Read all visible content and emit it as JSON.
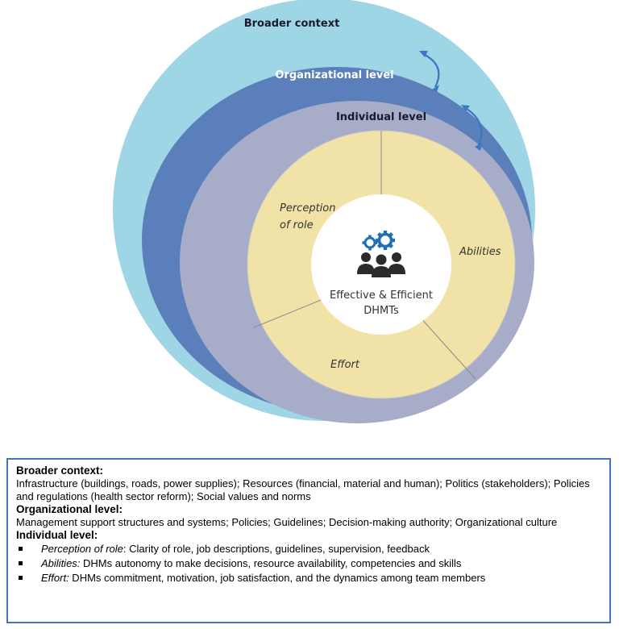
{
  "diagram": {
    "rings": [
      {
        "label": "Broader context",
        "color": "#9fd6e6",
        "label_color": "#1a1a2e"
      },
      {
        "label": "Organizational level",
        "color": "#5b7fba",
        "label_color": "#ffffff"
      },
      {
        "label": "Individual level",
        "color": "#a7acc9",
        "label_color": "#1a1a2e"
      }
    ],
    "core_color": "#f1e3a8",
    "segments": [
      "Perception of role",
      "Abilities",
      "Effort"
    ],
    "center_label_line1": "Effective & Efficient",
    "center_label_line2": "DHMTs",
    "icon_color": "#1f6fb5"
  },
  "legend": {
    "broader_title": "Broader context:",
    "broader_text": "Infrastructure (buildings, roads, power supplies); Resources (financial, material and human); Politics (stakeholders); Policies and regulations (health sector reform); Social values and norms",
    "org_title": "Organizational level:",
    "org_text": "Management support structures and systems; Policies; Guidelines; Decision-making authority; Organizational culture",
    "ind_title": "Individual level:",
    "items": [
      {
        "term": "Perception of role",
        "text": ": Clarity of role, job descriptions, guidelines, supervision, feedback"
      },
      {
        "term": "Abilities:",
        "text": " DHMs autonomy to make decisions, resource availability, competencies and skills"
      },
      {
        "term": "Effort:",
        "text": " DHMs commitment, motivation, job satisfaction, and the dynamics among team members"
      }
    ]
  }
}
